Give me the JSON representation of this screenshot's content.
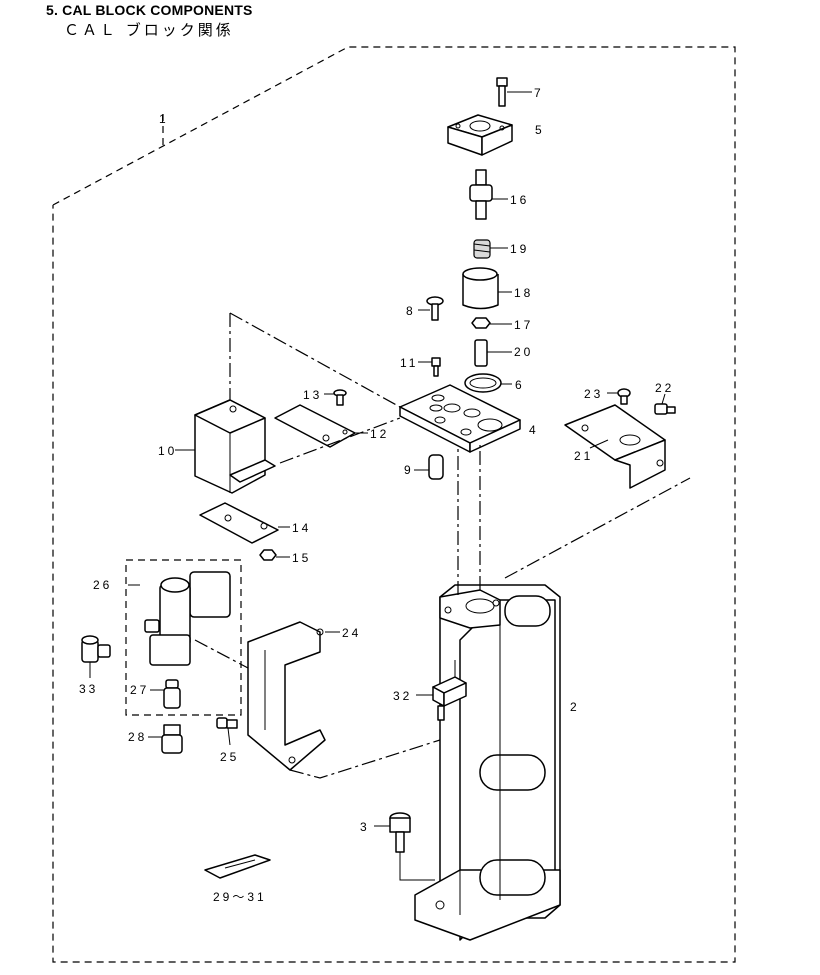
{
  "header": {
    "title": "5.  CAL BLOCK COMPONENTS",
    "subtitle": "ＣＡＬ ブロック関係"
  },
  "callouts": {
    "c1": "1",
    "c2": "2",
    "c3": "3",
    "c4": "4",
    "c5": "5",
    "c6": "6",
    "c7": "7",
    "c8": "8",
    "c9": "9",
    "c10": "10",
    "c11": "11",
    "c12": "12",
    "c13": "13",
    "c14": "14",
    "c15": "15",
    "c16": "16",
    "c17": "17",
    "c18": "18",
    "c19": "19",
    "c20": "20",
    "c21": "21",
    "c22": "22",
    "c23": "23",
    "c24": "24",
    "c25": "25",
    "c26": "26",
    "c27": "27",
    "c28": "28",
    "c29": "29～31",
    "c32": "32",
    "c33": "33"
  }
}
